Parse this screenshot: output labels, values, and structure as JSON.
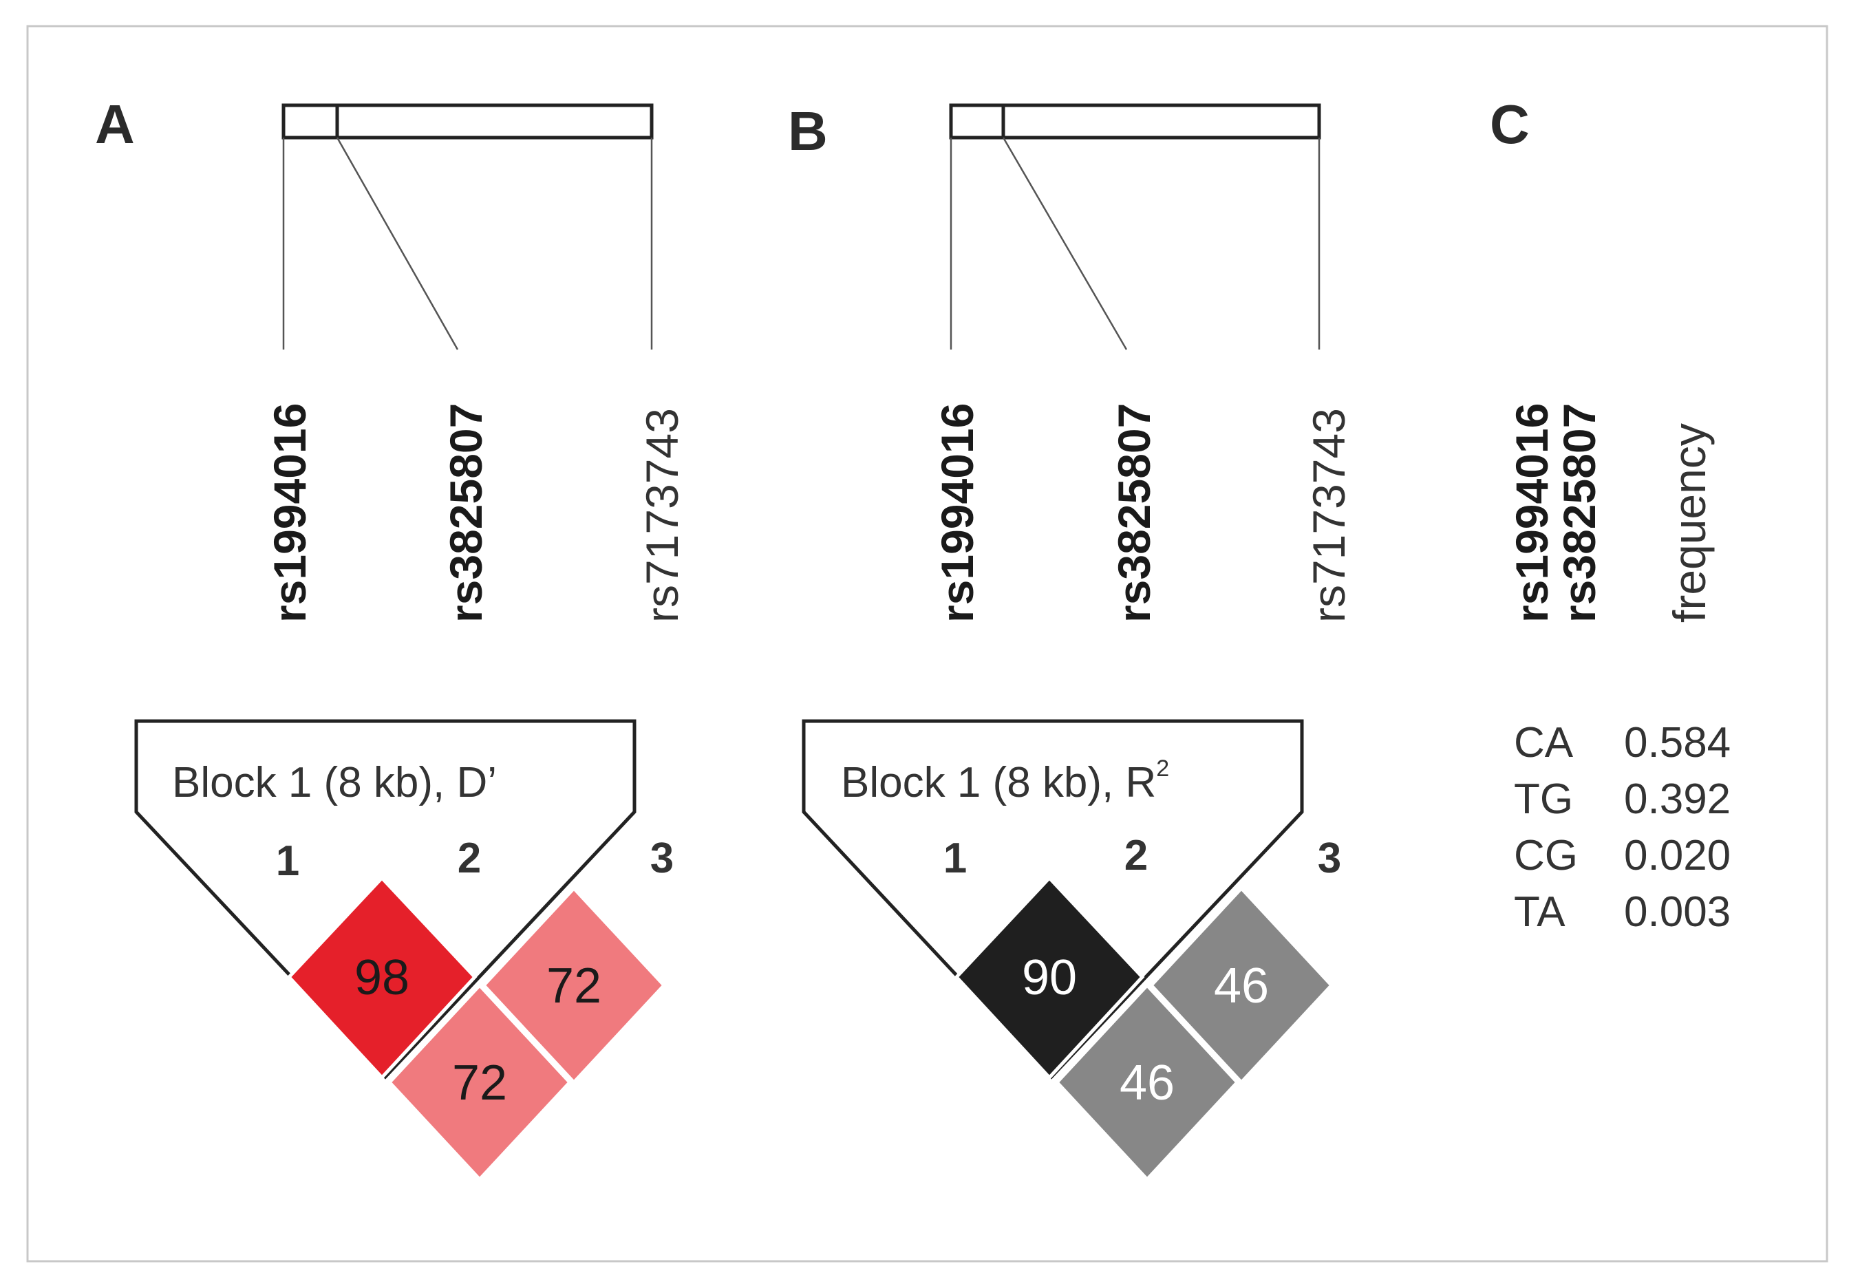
{
  "panels": {
    "A": {
      "letter": "A",
      "block_label": "Block 1 (8 kb), D’",
      "snps": [
        {
          "name": "rs1994016",
          "bold": true
        },
        {
          "name": "rs3825807",
          "bold": true
        },
        {
          "name": "rs7173743",
          "bold": false
        }
      ],
      "marker_indices": [
        "1",
        "2",
        "3"
      ],
      "cells": [
        {
          "pair": "1-2",
          "value": "98",
          "fill": "#e5202a",
          "text_color": "#1a1a1a"
        },
        {
          "pair": "2-3",
          "value": "72",
          "fill": "#f07a7e",
          "text_color": "#1a1a1a"
        },
        {
          "pair": "1-3",
          "value": "72",
          "fill": "#f07a7e",
          "text_color": "#1a1a1a"
        }
      ]
    },
    "B": {
      "letter": "B",
      "block_label": "Block 1 (8 kb), R",
      "block_label_sup": "2",
      "snps": [
        {
          "name": "rs1994016",
          "bold": true
        },
        {
          "name": "rs3825807",
          "bold": true
        },
        {
          "name": "rs7173743",
          "bold": false
        }
      ],
      "marker_indices": [
        "1",
        "2",
        "3"
      ],
      "cells": [
        {
          "pair": "1-2",
          "value": "90",
          "fill": "#1f1f1f",
          "text_color": "#ffffff"
        },
        {
          "pair": "2-3",
          "value": "46",
          "fill": "#878787",
          "text_color": "#ffffff"
        },
        {
          "pair": "1-3",
          "value": "46",
          "fill": "#878787",
          "text_color": "#ffffff"
        }
      ]
    },
    "C": {
      "letter": "C",
      "headers": [
        "rs1994016",
        "rs3825807",
        "frequency"
      ],
      "haplotypes": [
        {
          "haplotype": "CA",
          "frequency": "0.584"
        },
        {
          "haplotype": "TG",
          "frequency": "0.392"
        },
        {
          "haplotype": "CG",
          "frequency": "0.020"
        },
        {
          "haplotype": "TA",
          "frequency": "0.003"
        }
      ]
    }
  }
}
